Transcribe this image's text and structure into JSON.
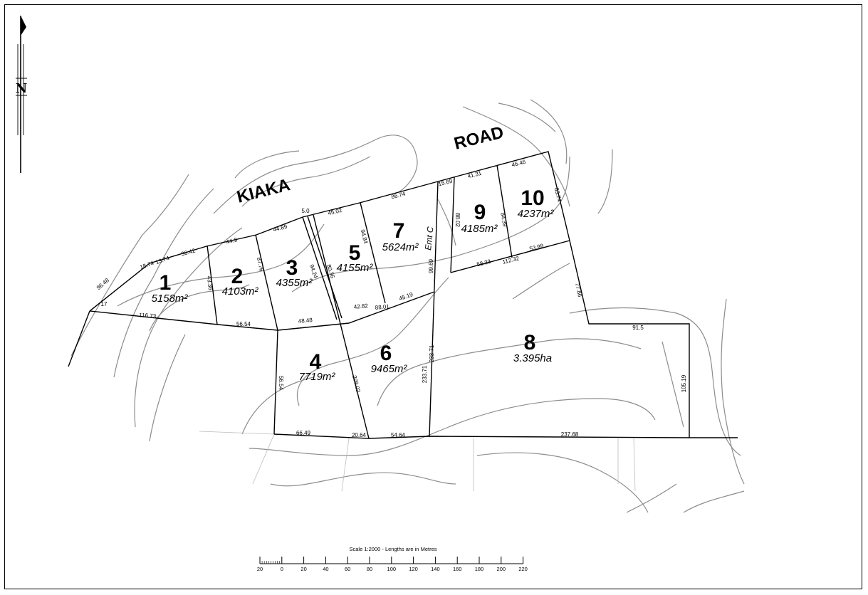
{
  "roads": {
    "word1": "KIAKA",
    "word2": "ROAD"
  },
  "north_label": "N",
  "easement_label": "Emt C",
  "lots": [
    {
      "number": "1",
      "area": "5158m²"
    },
    {
      "number": "2",
      "area": "4103m²"
    },
    {
      "number": "3",
      "area": "4355m²"
    },
    {
      "number": "4",
      "area": "7719m²"
    },
    {
      "number": "5",
      "area": "4155m²"
    },
    {
      "number": "6",
      "area": "9465m²"
    },
    {
      "number": "7",
      "area": "5624m²"
    },
    {
      "number": "8",
      "area": "3.395ha"
    },
    {
      "number": "9",
      "area": "4185m²"
    },
    {
      "number": "10",
      "area": "4237m²"
    }
  ],
  "dimensions": [
    "17",
    "96.48",
    "18.74",
    "13.74",
    "36.42",
    "116.73",
    "44.9",
    "43.36",
    "56.54",
    "44.89",
    "87.76",
    "48.48",
    "5.0",
    "94.24",
    "45.02",
    "80.36",
    "86.74",
    "94.84",
    "42.82",
    "88.01",
    "45.19",
    "15.69",
    "41.31",
    "46.46",
    "88.02",
    "84.39",
    "83.74",
    "99.69",
    "58.33",
    "112.32",
    "53.99",
    "77.86",
    "56.54",
    "209.02",
    "233.71",
    "233.71",
    "66.49",
    "20.64",
    "54.64",
    "237.68",
    "91.5",
    "105.19"
  ],
  "scale": {
    "caption": "Scale 1:2000  -  Lengths are in Metres",
    "ticks": [
      "20",
      "0",
      "20",
      "40",
      "60",
      "80",
      "100",
      "120",
      "140",
      "160",
      "180",
      "200",
      "220"
    ]
  }
}
